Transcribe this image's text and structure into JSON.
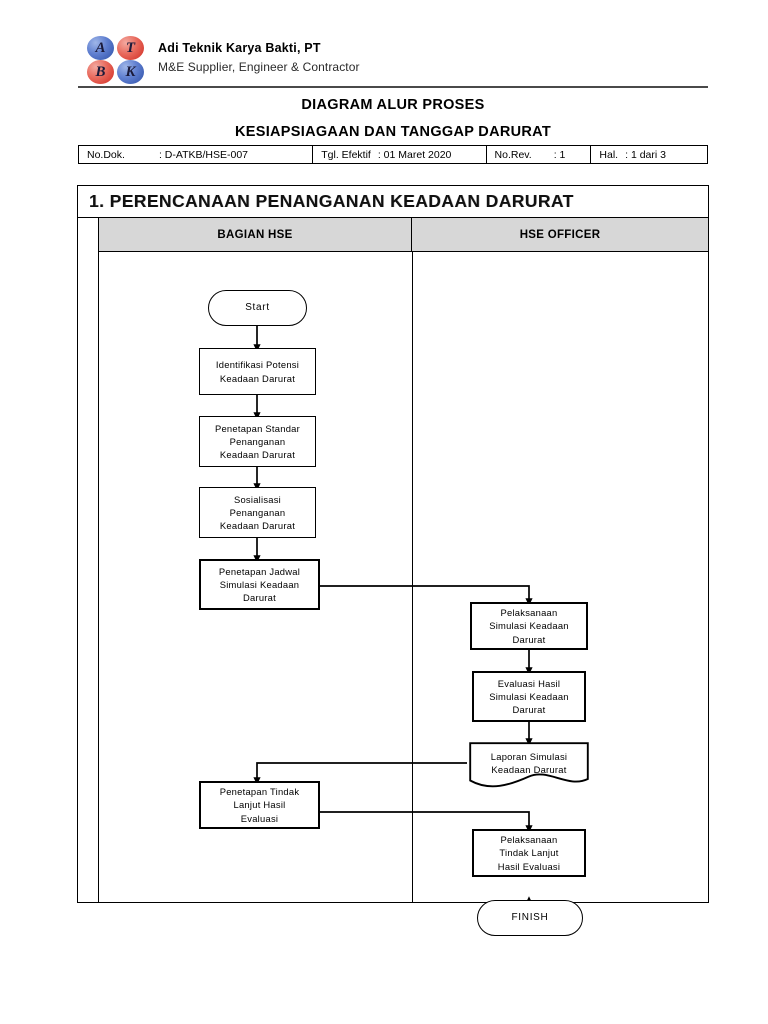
{
  "header": {
    "company_name": "Adi Teknik Karya Bakti, PT",
    "company_tagline": "M&E Supplier, Engineer & Contractor",
    "logo_letters": [
      "A",
      "T",
      "B",
      "K"
    ],
    "logo_colors": {
      "blue": "#2e4fa6",
      "red": "#cf2a21"
    }
  },
  "title": {
    "line1": "DIAGRAM ALUR PROSES",
    "line2": "KESIAPSIAGAAN DAN TANGGAP DARURAT"
  },
  "doc_info": [
    {
      "key": "No.Dok.",
      "value": ": D-ATKB/HSE-007"
    },
    {
      "key": "Tgl. Efektif",
      "value": ": 01 Maret 2020"
    },
    {
      "key": "No.Rev.",
      "value": ": 1"
    },
    {
      "key": "Hal.",
      "value": ": 1 dari 3"
    }
  ],
  "section": {
    "heading": "1. PERENCANAAN PENANGANAN KEADAAN DARURAT",
    "columns": [
      {
        "label": "BAGIAN HSE"
      },
      {
        "label": "HSE OFFICER"
      }
    ]
  },
  "flow": {
    "nodes": [
      {
        "id": "start",
        "shape": "terminator",
        "column": "BAGIAN HSE",
        "text": "Start"
      },
      {
        "id": "n1",
        "shape": "process",
        "column": "BAGIAN HSE",
        "text": "Identifikasi Potensi\nKeadaan Darurat"
      },
      {
        "id": "n2",
        "shape": "process",
        "column": "BAGIAN HSE",
        "text": "Penetapan Standar\nPenanganan\nKeadaan Darurat"
      },
      {
        "id": "n3",
        "shape": "process",
        "column": "BAGIAN HSE",
        "text": "Sosialisasi\nPenanganan\nKeadaan Darurat"
      },
      {
        "id": "n4",
        "shape": "process",
        "column": "BAGIAN HSE",
        "text": "Penetapan Jadwal\nSimulasi Keadaan\nDarurat"
      },
      {
        "id": "n5",
        "shape": "process",
        "column": "HSE OFFICER",
        "text": "Pelaksanaan\nSimulasi Keadaan\nDarurat"
      },
      {
        "id": "n6",
        "shape": "process",
        "column": "HSE OFFICER",
        "text": "Evaluasi Hasil\nSimulasi Keadaan\nDarurat"
      },
      {
        "id": "n7",
        "shape": "document",
        "column": "HSE OFFICER",
        "text": "Laporan Simulasi\nKeadaan Darurat"
      },
      {
        "id": "n8",
        "shape": "process",
        "column": "BAGIAN HSE",
        "text": "Penetapan Tindak\nLanjut Hasil\nEvaluasi"
      },
      {
        "id": "n9",
        "shape": "process",
        "column": "HSE OFFICER",
        "text": "Pelaksanaan\nTindak Lanjut\nHasil Evaluasi"
      },
      {
        "id": "finish",
        "shape": "terminator",
        "column": "HSE OFFICER",
        "text": "FINISH"
      }
    ],
    "edges": [
      {
        "from": "start",
        "to": "n1"
      },
      {
        "from": "n1",
        "to": "n2"
      },
      {
        "from": "n2",
        "to": "n3"
      },
      {
        "from": "n3",
        "to": "n4"
      },
      {
        "from": "n4",
        "to": "n5"
      },
      {
        "from": "n5",
        "to": "n6"
      },
      {
        "from": "n6",
        "to": "n7"
      },
      {
        "from": "n7",
        "to": "n8"
      },
      {
        "from": "n8",
        "to": "n9"
      },
      {
        "from": "n9",
        "to": "finish"
      }
    ]
  },
  "node_text": {
    "start": {
      "l1": "Start"
    },
    "n1": {
      "l1": "Identifikasi Potensi",
      "l2": "Keadaan Darurat"
    },
    "n2": {
      "l1": "Penetapan Standar",
      "l2": "Penanganan",
      "l3": "Keadaan Darurat"
    },
    "n3": {
      "l1": "Sosialisasi",
      "l2": "Penanganan",
      "l3": "Keadaan Darurat"
    },
    "n4": {
      "l1": "Penetapan Jadwal",
      "l2": "Simulasi Keadaan",
      "l3": "Darurat"
    },
    "n5": {
      "l1": "Pelaksanaan",
      "l2": "Simulasi Keadaan",
      "l3": "Darurat"
    },
    "n6": {
      "l1": "Evaluasi Hasil",
      "l2": "Simulasi Keadaan",
      "l3": "Darurat"
    },
    "n7": {
      "l1": "Laporan Simulasi",
      "l2": "Keadaan Darurat"
    },
    "n8": {
      "l1": "Penetapan Tindak",
      "l2": "Lanjut Hasil",
      "l3": "Evaluasi"
    },
    "n9": {
      "l1": "Pelaksanaan",
      "l2": "Tindak Lanjut",
      "l3": "Hasil Evaluasi"
    },
    "finish": {
      "l1": "FINISH"
    }
  }
}
